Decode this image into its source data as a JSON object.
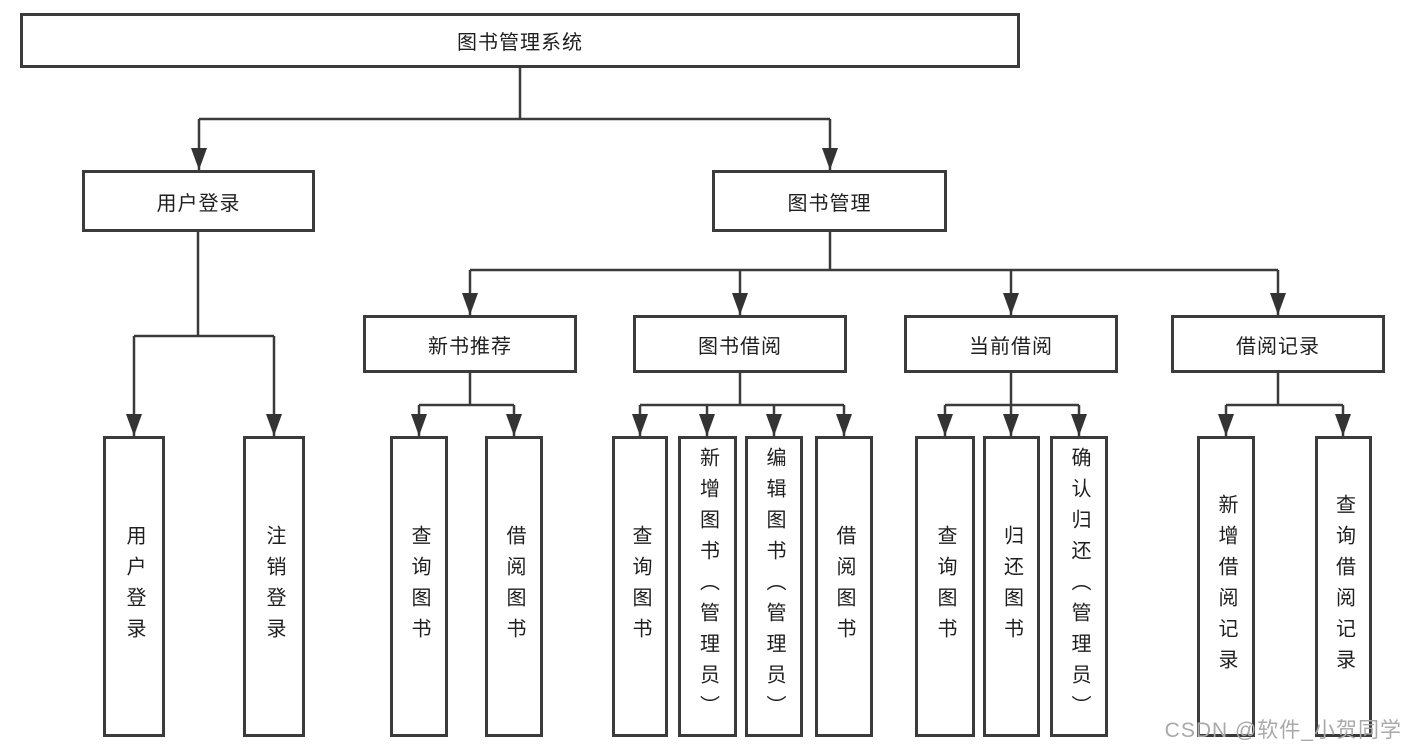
{
  "diagram": {
    "type": "tree-structure-chart",
    "tree": {
      "label": "图书管理系统",
      "children": [
        {
          "label": "用户登录",
          "children": [
            {
              "label": "用户登录"
            },
            {
              "label": "注销登录"
            }
          ]
        },
        {
          "label": "图书管理",
          "children": [
            {
              "label": "新书推荐",
              "children": [
                {
                  "label": "查询图书"
                },
                {
                  "label": "借阅图书"
                }
              ]
            },
            {
              "label": "图书借阅",
              "children": [
                {
                  "label": "查询图书"
                },
                {
                  "label": "新增图书（管理员）"
                },
                {
                  "label": "编辑图书（管理员）"
                },
                {
                  "label": "借阅图书"
                }
              ]
            },
            {
              "label": "当前借阅",
              "children": [
                {
                  "label": "查询图书"
                },
                {
                  "label": "归还图书"
                },
                {
                  "label": "确认归还（管理员）"
                }
              ]
            },
            {
              "label": "借阅记录",
              "children": [
                {
                  "label": "新增借阅记录"
                },
                {
                  "label": "查询借阅记录"
                }
              ]
            }
          ]
        }
      ]
    }
  },
  "watermark": {
    "text": "CSDN @软件_小贺同学"
  },
  "colors": {
    "background": "#ffffff",
    "box_border": "#3b3b3b",
    "connector_line": "#3b3b3b",
    "arrowhead": "#333333",
    "text": "#1f1f1f",
    "watermark": "#a9a9a9"
  }
}
